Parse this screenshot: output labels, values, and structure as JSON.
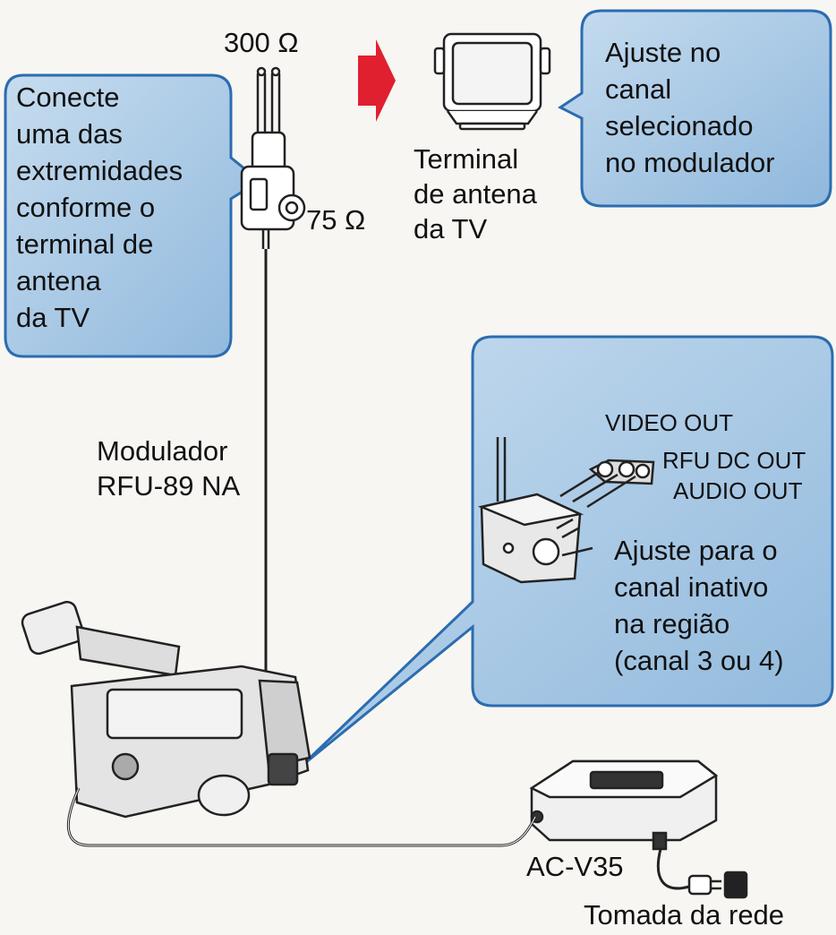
{
  "diagram": {
    "labels": {
      "ohm_300": "300 Ω",
      "ohm_75": "75 Ω",
      "tv_terminal": [
        "Terminal",
        "de antena",
        "da TV"
      ],
      "modulator": [
        "Modulador",
        "RFU-89 NA"
      ],
      "adapter": "AC-V35",
      "outlet": "Tomada da rede",
      "video_out": "VIDEO OUT",
      "rfu_dc_out": "RFU DC OUT",
      "audio_out": "AUDIO OUT"
    },
    "callouts": {
      "connect": [
        "Conecte",
        "uma das",
        "extremidades",
        "conforme o",
        "terminal de",
        "antena",
        "da TV"
      ],
      "tune_tv": [
        "Ajuste no",
        "canal",
        "selecionado",
        "no modulador"
      ],
      "modulator_channel": [
        "Ajuste para o",
        "canal inativo",
        "na região",
        "(canal 3 ou 4)"
      ]
    },
    "colors": {
      "callout_fill": "#a9cbe6",
      "callout_border": "#2b6cb0",
      "arrow": "#e0202f"
    }
  }
}
